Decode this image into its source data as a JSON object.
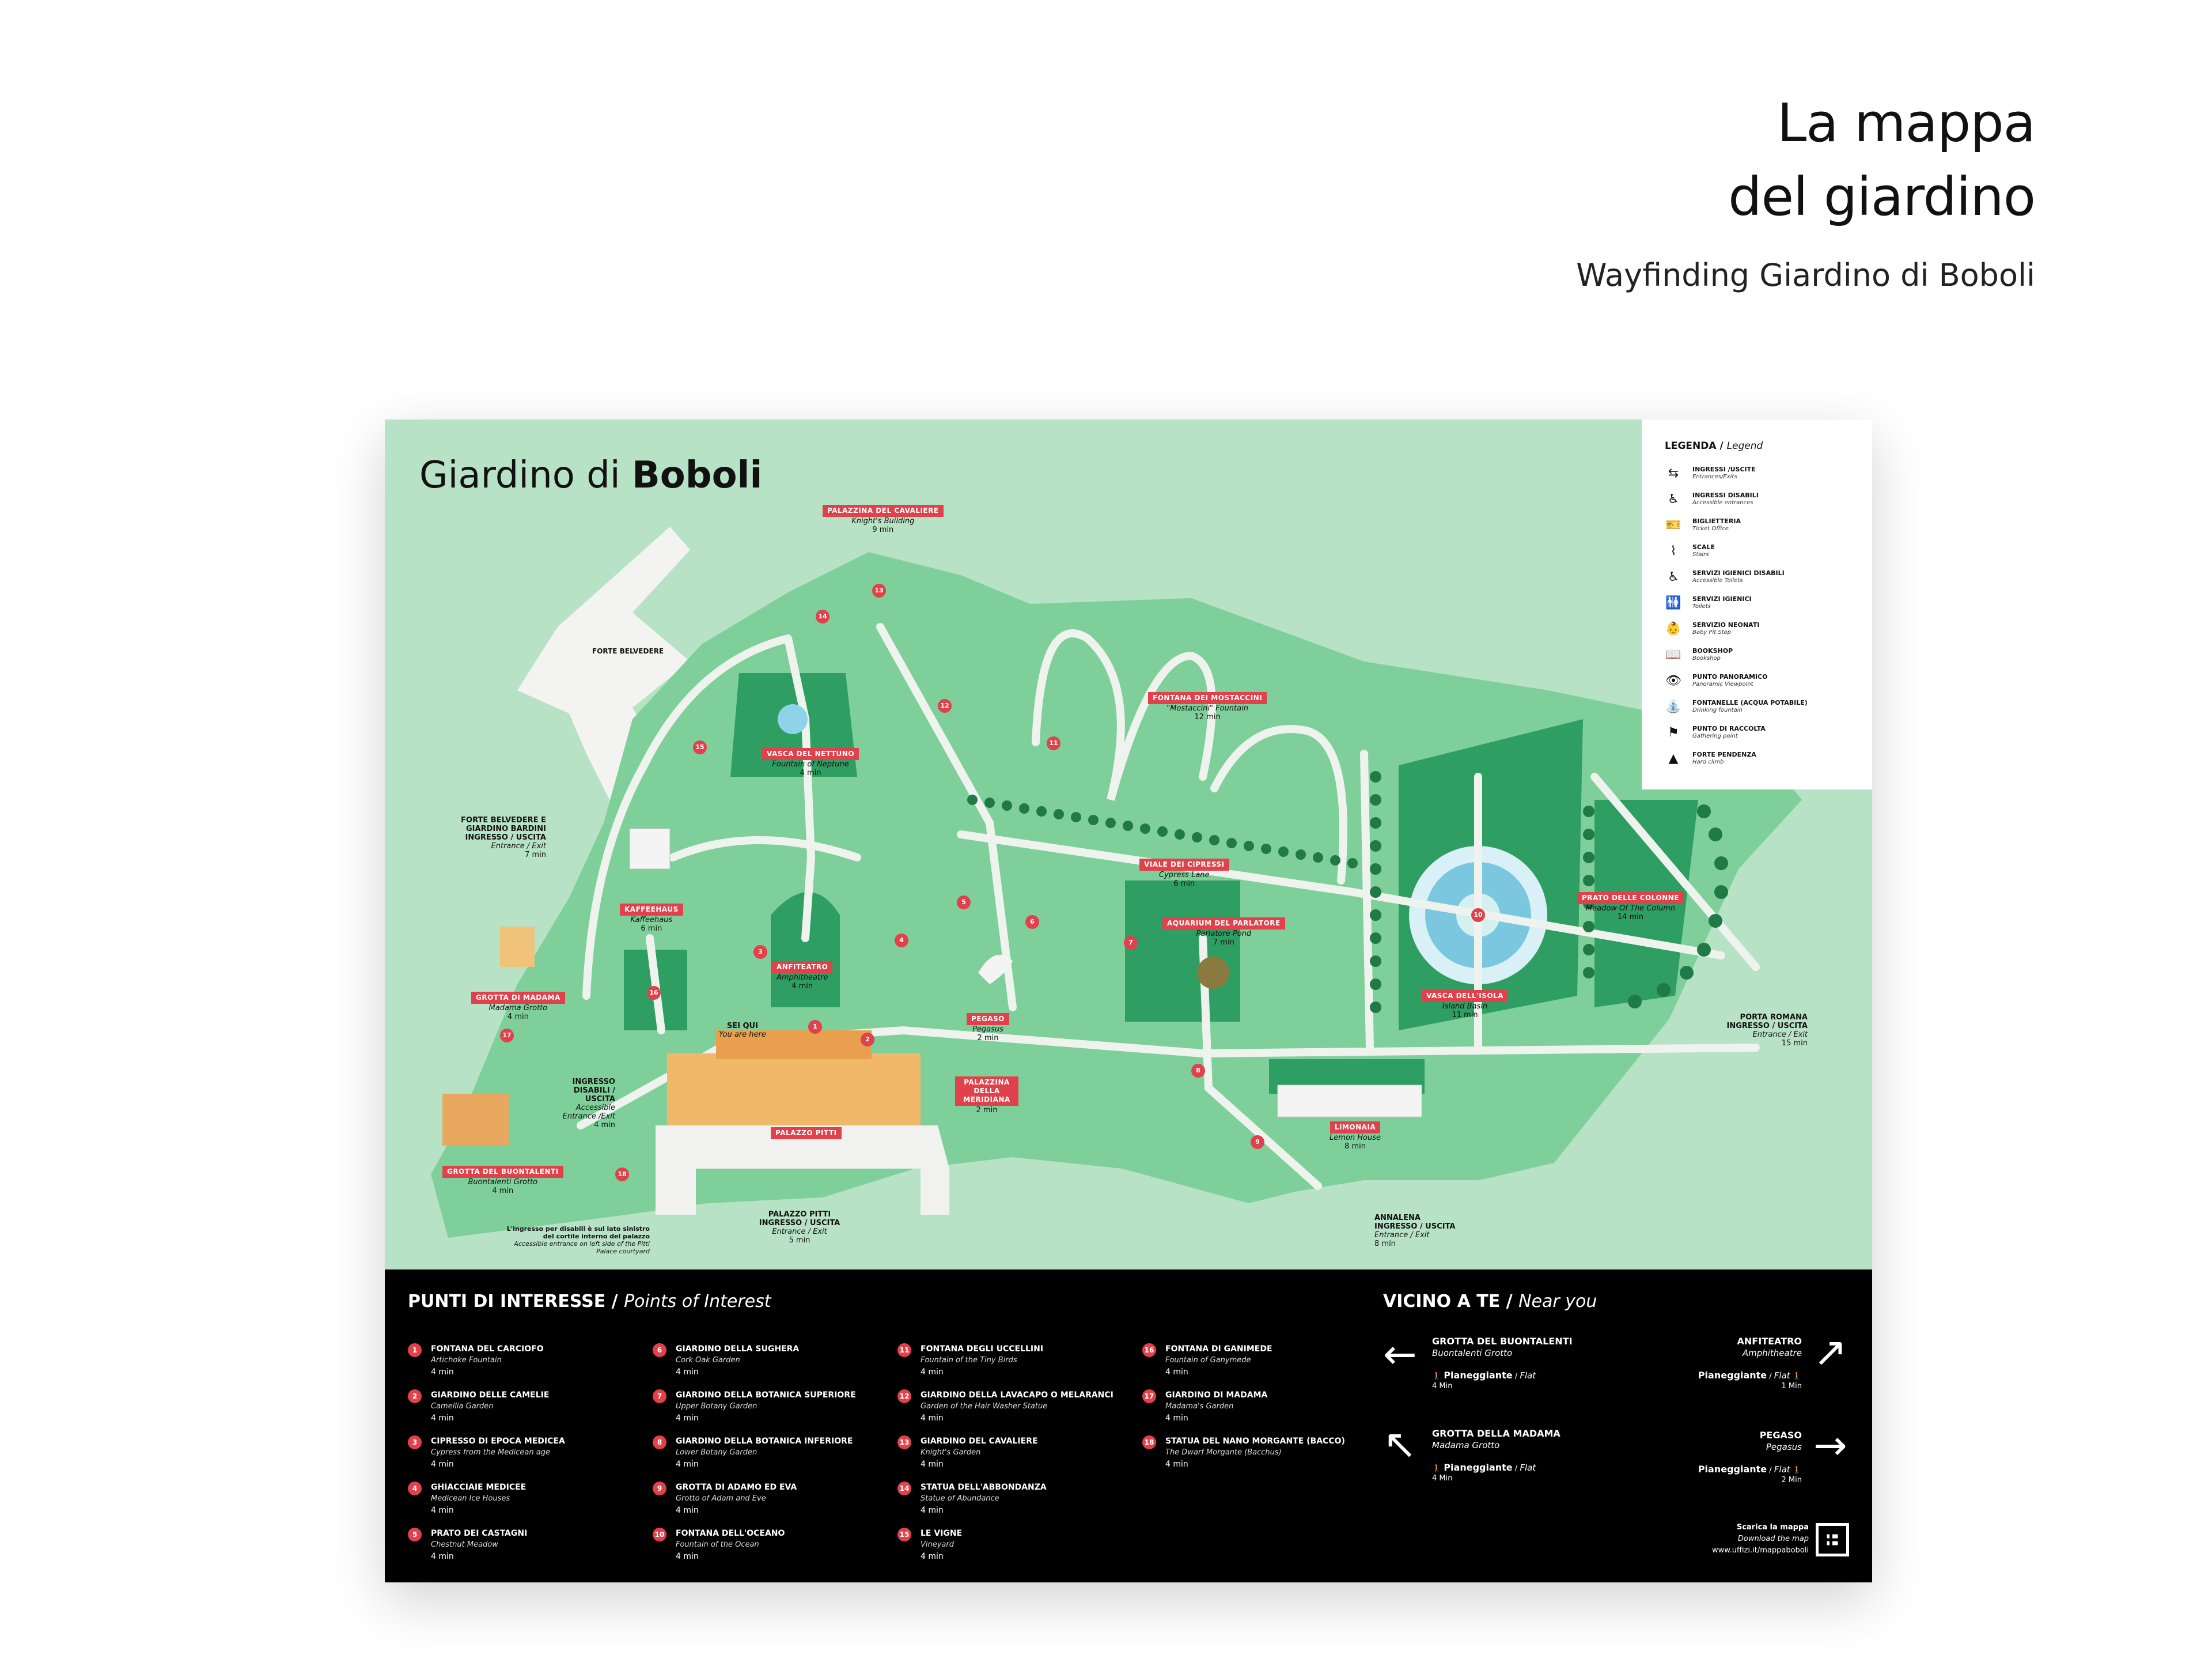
{
  "header": {
    "title_line1": "La mappa",
    "title_line2": "del giardino",
    "subtitle": "Wayfinding Giardino di Boboli"
  },
  "map": {
    "title_light": "Giardino di ",
    "title_bold": "Boboli",
    "colors": {
      "background": "#b8e2c6",
      "lawn": "#7fcf9b",
      "garden": "#2f9e62",
      "path": "#eef3ee",
      "accent": "#e0414b"
    },
    "labels": {
      "forte_belvedere": "FORTE BELVEDERE",
      "palazzina_cavaliere": {
        "title": "PALAZZINA DEL CAVALIERE",
        "en": "Knight's Building",
        "time": "9 min"
      },
      "vasca_nettuno": {
        "title": "VASCA DEL NETTUNO",
        "en": "Fountain of Neptune",
        "time": "4 min"
      },
      "kaffeehaus": {
        "title": "KAFFEEHAUS",
        "en": "Kaffeehaus",
        "time": "6 min"
      },
      "anfiteatro": {
        "title": "ANFITEATRO",
        "en": "Amphitheatre",
        "time": "4 min"
      },
      "fontana_mostaccini": {
        "title": "FONTANA DEI MOSTACCINI",
        "en": "\"Mostaccini\" Fountain",
        "time": "12 min"
      },
      "viale_cipressi": {
        "title": "VIALE DEI CIPRESSI",
        "en": "Cypress Lane",
        "time": "6 min"
      },
      "aquarium_parlatore": {
        "title": "AQUARIUM DEL PARLATORE",
        "en": "Parlatore Pond",
        "time": "7 min"
      },
      "prato_colonne": {
        "title": "PRATO DELLE COLONNE",
        "en": "Meadow Of The Column",
        "time": "14 min"
      },
      "vasca_isola": {
        "title": "VASCA DELL'ISOLA",
        "en": "Island Basin",
        "time": "11 min"
      },
      "grotta_madama": {
        "title": "GROTTA DI MADAMA",
        "en": "Madama Grotto",
        "time": "4 min"
      },
      "pegaso": {
        "title": "PEGASO",
        "en": "Pegasus",
        "time": "2 min"
      },
      "palazzina_meridiana": {
        "title": "PALAZZINA DELLA MERIDIANA",
        "time": "2 min"
      },
      "palazzo_pitti": "PALAZZO PITTI",
      "limonaia": {
        "title": "LIMONAIA",
        "en": "Lemon House",
        "time": "8 min"
      },
      "grotta_buontalenti": {
        "title": "GROTTA DEL BUONTALENTI",
        "en": "Buontalenti Grotto",
        "time": "4 min"
      },
      "sei_qui": {
        "title": "SEI QUI",
        "en": "You are here"
      }
    },
    "entrances": {
      "belvedere": {
        "title": "FORTE BELVEDERE E GIARDINO BARDINI INGRESSO / USCITA",
        "en": "Entrance / Exit",
        "time": "7 min"
      },
      "disabili": {
        "title": "INGRESSO DISABILI / USCITA",
        "en": "Accessible Entrance /Exit",
        "time": "4 min"
      },
      "pitti": {
        "title": "PALAZZO PITTI INGRESSO / USCITA",
        "en": "Entrance / Exit",
        "time": "5 min"
      },
      "annalena": {
        "title": "ANNALENA INGRESSO / USCITA",
        "en": "Entrance / Exit",
        "time": "8 min"
      },
      "romana": {
        "title": "PORTA ROMANA INGRESSO / USCITA",
        "en": "Entrance / Exit",
        "time": "15 min"
      }
    },
    "accessible_note": {
      "it": "L'ingresso per disabili è sul lato sinistro del cortile interno del palazzo",
      "en": "Accessible entrance on left side of the Pitti Palace courtyard"
    }
  },
  "legend": {
    "heading": "LEGENDA / ",
    "heading_en": "Legend",
    "items": [
      {
        "icon": "entrance-icon",
        "glyph": "⇆",
        "it": "INGRESSI /USCITE",
        "en": "Entrances/Exits"
      },
      {
        "icon": "accessible-icon",
        "glyph": "♿",
        "it": "INGRESSI DISABILI",
        "en": "Accessible entrances"
      },
      {
        "icon": "ticket-icon",
        "glyph": "🎫",
        "it": "BIGLIETTERIA",
        "en": "Ticket Office"
      },
      {
        "icon": "stairs-icon",
        "glyph": "⌇",
        "it": "SCALE",
        "en": "Stairs"
      },
      {
        "icon": "accessible-toilet-icon",
        "glyph": "♿",
        "it": "SERVIZI IGIENICI DISABILI",
        "en": "Accessible Toilets"
      },
      {
        "icon": "toilet-icon",
        "glyph": "🚻",
        "it": "SERVIZI IGIENICI",
        "en": "Toilets"
      },
      {
        "icon": "baby-icon",
        "glyph": "👶",
        "it": "SERVIZIO NEONATI",
        "en": "Baby Pit Stop"
      },
      {
        "icon": "bookshop-icon",
        "glyph": "📖",
        "it": "BOOKSHOP",
        "en": "Bookshop"
      },
      {
        "icon": "viewpoint-icon",
        "glyph": "👁",
        "it": "PUNTO PANORAMICO",
        "en": "Panoramic Viewpoint"
      },
      {
        "icon": "fountain-icon",
        "glyph": "⛲",
        "it": "FONTANELLE (ACQUA POTABILE)",
        "en": "Drinking fountain"
      },
      {
        "icon": "gathering-icon",
        "glyph": "⚑",
        "it": "PUNTO DI RACCOLTA",
        "en": "Gathering point"
      },
      {
        "icon": "hard-climb-icon",
        "glyph": "▲",
        "it": "FORTE PENDENZA",
        "en": "Hard climb"
      }
    ]
  },
  "poi": {
    "heading": "PUNTI DI INTERESSE / ",
    "heading_en": "Points of Interest",
    "items": [
      {
        "n": "1",
        "it": "FONTANA DEL CARCIOFO",
        "en": "Artichoke Fountain",
        "time": "4 min"
      },
      {
        "n": "6",
        "it": "GIARDINO DELLA SUGHERA",
        "en": "Cork Oak Garden",
        "time": "4 min"
      },
      {
        "n": "11",
        "it": "FONTANA DEGLI UCCELLINI",
        "en": "Fountain of the Tiny Birds",
        "time": "4 min"
      },
      {
        "n": "16",
        "it": "FONTANA DI GANIMEDE",
        "en": "Fountain of Ganymede",
        "time": "4 min"
      },
      {
        "n": "2",
        "it": "GIARDINO DELLE CAMELIE",
        "en": "Camellia Garden",
        "time": "4 min"
      },
      {
        "n": "7",
        "it": "GIARDINO DELLA BOTANICA SUPERIORE",
        "en": "Upper Botany Garden",
        "time": "4 min"
      },
      {
        "n": "12",
        "it": "GIARDINO DELLA LAVACAPO O MELARANCI",
        "en": "Garden of the Hair Washer Statue",
        "time": "4 min"
      },
      {
        "n": "17",
        "it": "GIARDINO DI MADAMA",
        "en": "Madama's Garden",
        "time": "4 min"
      },
      {
        "n": "3",
        "it": "CIPRESSO DI EPOCA MEDICEA",
        "en": "Cypress from the Medicean age",
        "time": "4 min"
      },
      {
        "n": "8",
        "it": "GIARDINO DELLA BOTANICA INFERIORE",
        "en": "Lower Botany Garden",
        "time": "4 min"
      },
      {
        "n": "13",
        "it": "GIARDINO DEL CAVALIERE",
        "en": "Knight's Garden",
        "time": "4 min"
      },
      {
        "n": "18",
        "it": "STATUA DEL NANO MORGANTE (BACCO)",
        "en": "The Dwarf Morgante (Bacchus)",
        "time": "4 min"
      },
      {
        "n": "4",
        "it": "GHIACCIAIE MEDICEE",
        "en": "Medicean Ice Houses",
        "time": "4 min"
      },
      {
        "n": "9",
        "it": "GROTTA DI ADAMO ED EVA",
        "en": "Grotto of Adam and Eve",
        "time": "4 min"
      },
      {
        "n": "14",
        "it": "STATUA DELL'ABBONDANZA",
        "en": "Statue of Abundance",
        "time": "4 min"
      },
      {
        "n": "",
        "it": "",
        "en": "",
        "time": ""
      },
      {
        "n": "5",
        "it": "PRATO DEI CASTAGNI",
        "en": "Chestnut Meadow",
        "time": "4 min"
      },
      {
        "n": "10",
        "it": "FONTANA DELL'OCEANO",
        "en": "Fountain of the Ocean",
        "time": "4 min"
      },
      {
        "n": "15",
        "it": "LE VIGNE",
        "en": "Vineyard",
        "time": "4 min"
      }
    ]
  },
  "near": {
    "heading": "VICINO A TE / ",
    "heading_en": "Near you",
    "items": [
      {
        "it": "GROTTA DEL BUONTALENTI",
        "en": "Buontalenti Grotto",
        "walk": "Pianeggiante",
        "walk_en": "Flat",
        "time": "4 Min"
      },
      {
        "it": "ANFITEATRO",
        "en": "Amphitheatre",
        "walk": "Pianeggiante",
        "walk_en": "Flat",
        "time": "1 Min"
      },
      {
        "it": "GROTTA DELLA MADAMA",
        "en": "Madama Grotto",
        "walk": "Pianeggiante",
        "walk_en": "Flat",
        "time": "4 Min"
      },
      {
        "it": "PEGASO",
        "en": "Pegasus",
        "walk": "Pianeggiante",
        "walk_en": "Flat",
        "time": "2 Min"
      }
    ],
    "download_it": "Scarica la mappa",
    "download_en": "Download the map",
    "download_url": "www.uffizi.it/mappaboboli"
  }
}
